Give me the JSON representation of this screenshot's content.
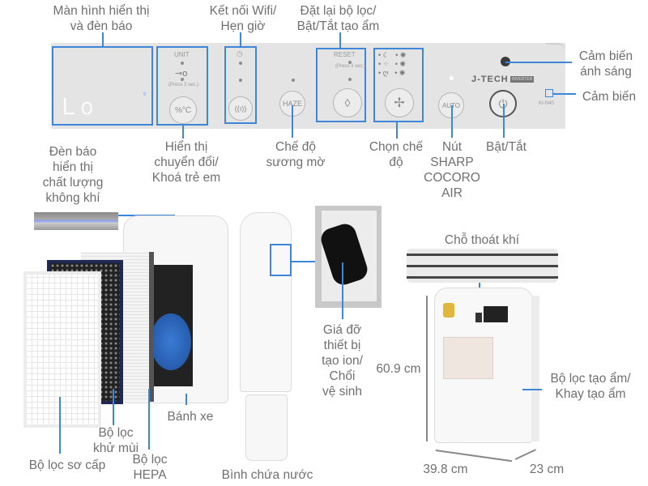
{
  "labels": {
    "display_screen": [
      "Màn hình hiển thị",
      "và đèn báo"
    ],
    "wifi_timer": [
      "Kết nối Wifi/",
      "Hẹn giờ"
    ],
    "filter_reset": [
      "Đặt lại bộ lọc/",
      "Bật/Tắt tạo ẩm"
    ],
    "light_sensor": [
      "Cảm biến",
      "ánh sáng"
    ],
    "sensor": "Cảm biến",
    "air_quality_indicator": [
      "Đèn báo",
      "hiển thị",
      "chất lượng",
      "không khí"
    ],
    "display_switch": [
      "Hiển thị",
      "chuyển đổi/",
      "Khoá trẻ em"
    ],
    "haze_mode": [
      "Chế độ",
      "sương mờ"
    ],
    "mode_select": [
      "Chọn chế",
      "độ"
    ],
    "cocoro_button": [
      "Nút",
      "SHARP",
      "COCORO",
      "AIR"
    ],
    "power": "Bật/Tắt",
    "air_outlet": "Chỗ thoát khí",
    "ion_holder": [
      "Giá đỡ",
      "thiết bị",
      "tạo ion/",
      "Chổi",
      "vệ sinh"
    ],
    "wheels": "Bánh xe",
    "deodorizing_filter": [
      "Bộ lọc",
      "khử mùi"
    ],
    "hepa_filter": [
      "Bộ lọc",
      "HEPA"
    ],
    "pre_filter": "Bộ lọc sơ cấp",
    "water_tank": "Bình chứa nước",
    "humidifier_filter": [
      "Bộ lọc tạo ẩm/",
      "Khay tạo ẩm"
    ]
  },
  "dimensions": {
    "height": "60.9 cm",
    "width": "39.8 cm",
    "depth": "23 cm"
  },
  "panel": {
    "display_text": "Lo",
    "unit_label": "UNIT",
    "press_hint": "(Press 3 sec.)",
    "reset_label": "RESET",
    "unit_button": "%°C",
    "haze_button": "HAZE",
    "auto_button": "AUTO",
    "brand": "J-TECH",
    "brand_badge": "INVERTER",
    "model": "KI-N40"
  },
  "colors": {
    "callout": "#3d86d8",
    "label_text": "#707070",
    "panel": "#e4e4e4"
  }
}
